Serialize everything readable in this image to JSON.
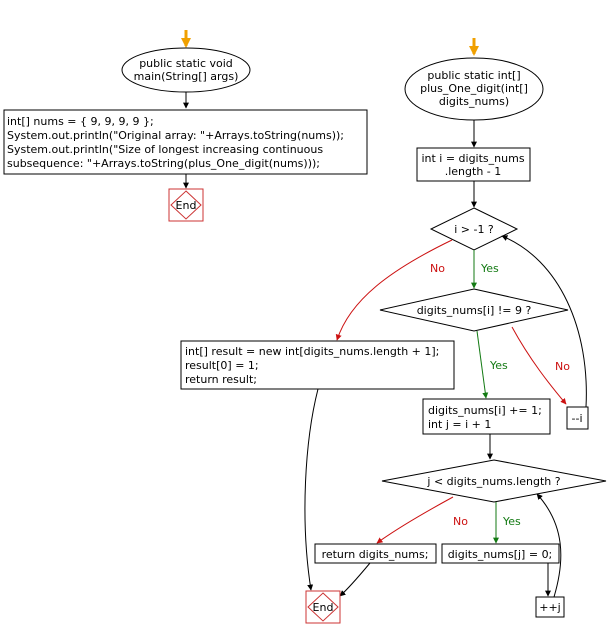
{
  "left": {
    "entry_arrow_color": "#f0a000",
    "start": [
      "public static void",
      "main(String[] args)"
    ],
    "code": [
      "int[] nums = { 9, 9, 9, 9 };",
      "System.out.println(\"Original array: \"+Arrays.toString(nums));",
      "System.out.println(\"Size of longest increasing continuous",
      "subsequence: \"+Arrays.toString(plus_One_digit(nums)));"
    ],
    "end": "End"
  },
  "right": {
    "entry_arrow_color": "#f0a000",
    "start": [
      "public static int[]",
      "plus_One_digit(int[]",
      "digits_nums)"
    ],
    "init": [
      "int i = digits_nums",
      ".length - 1"
    ],
    "cond1": "i > -1 ?",
    "cond2": "digits_nums[i] != 9 ?",
    "result_block": [
      "int[] result = new int[digits_nums.length + 1];",
      "result[0] = 1;",
      "return result;"
    ],
    "increment_block": [
      "digits_nums[i] += 1;",
      "int j = i + 1"
    ],
    "decrement": "--i",
    "cond3": "j < digits_nums.length ?",
    "return_stmt": "return digits_nums;",
    "assign_zero": "digits_nums[j] = 0;",
    "increment_j": "++j",
    "end": "End"
  },
  "labels": {
    "yes": "Yes",
    "no": "No"
  },
  "colors": {
    "yes": "#137a13",
    "no": "#cc1111",
    "line": "#000000"
  }
}
